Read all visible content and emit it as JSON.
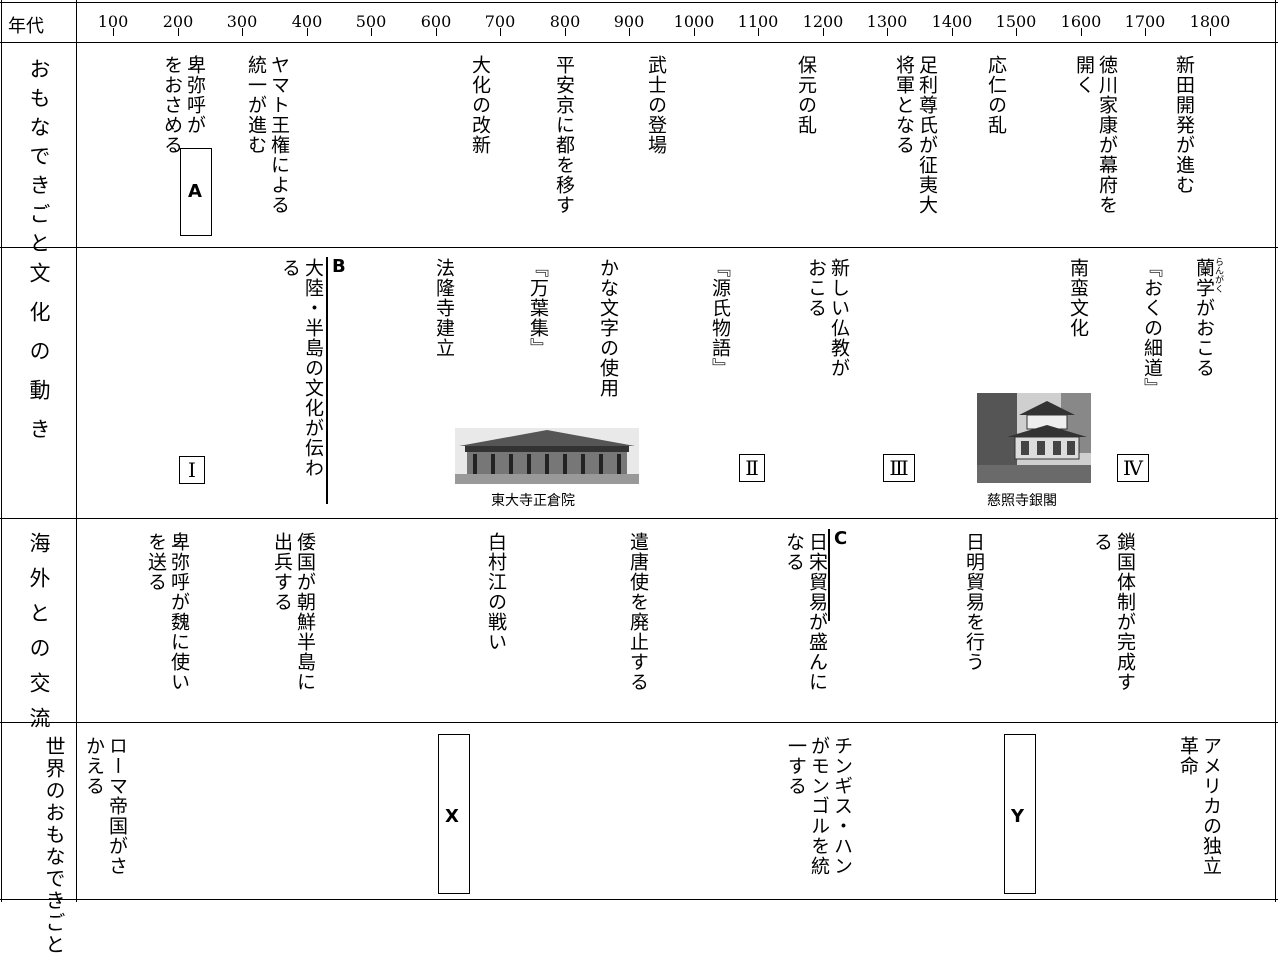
{
  "header": {
    "label": "年代",
    "years": [
      "100",
      "200",
      "300",
      "400",
      "500",
      "600",
      "700",
      "800",
      "900",
      "1000",
      "1100",
      "1200",
      "1300",
      "1400",
      "1500",
      "1600",
      "1700",
      "1800"
    ]
  },
  "rows": {
    "events": "おもなできごと",
    "culture": "文化の動き",
    "foreign": "海外との交流",
    "world": "世界のおもなできごと"
  },
  "events": {
    "himiko_rule": "卑弥呼が\nをおさめる",
    "yamato": "ヤマト王権による\n統一が進む",
    "taika": "大化の改新",
    "heiankyo": "平安京に都を移す",
    "bushi": "武士の登場",
    "hogen": "保元の乱",
    "ashikaga": "足利尊氏が征夷大\n将軍となる",
    "onin": "応仁の乱",
    "tokugawa": "徳川家康が幕府を\n開く",
    "shinden": "新田開発が進む"
  },
  "culture": {
    "tairiku": "大陸・半島の文化が伝わ\nる",
    "horyuji": "法隆寺建立",
    "manyoshu": "『万葉集』",
    "kana": "かな文字の使用",
    "genji": "『源氏物語』",
    "bukkyo": "新しい仏教が\nおこる",
    "nanban": "南蛮文化",
    "okunohosomichi": "『おくの細道』",
    "rangaku": "蘭学がおこる",
    "rangaku_ruby": "らんがく",
    "shosoin_caption": "東大寺正倉院",
    "ginkaku_caption": "慈照寺銀閣"
  },
  "foreign": {
    "himiko_gi": "卑弥呼が魏に使い\nを送る",
    "wakoku": "倭国が朝鮮半島に\n出兵する",
    "hakusonko": "白村江の戦い",
    "kentoshi": "遣唐使を廃止する",
    "nisso": "日宋貿易が盛んに\nなる",
    "nichimin": "日明貿易を行う",
    "sakoku": "鎖国体制が完成す\nる"
  },
  "world": {
    "rome": "ローマ帝国がさ\nかえる",
    "genghis": "チンギス・ハン\nがモンゴルを統\n一する",
    "america": "アメリカの独立\n革命"
  },
  "labels": {
    "A": "A",
    "B": "B",
    "C": "C",
    "X": "X",
    "Y": "Y",
    "I": "Ⅰ",
    "II": "Ⅱ",
    "III": "Ⅲ",
    "IV": "Ⅳ"
  }
}
